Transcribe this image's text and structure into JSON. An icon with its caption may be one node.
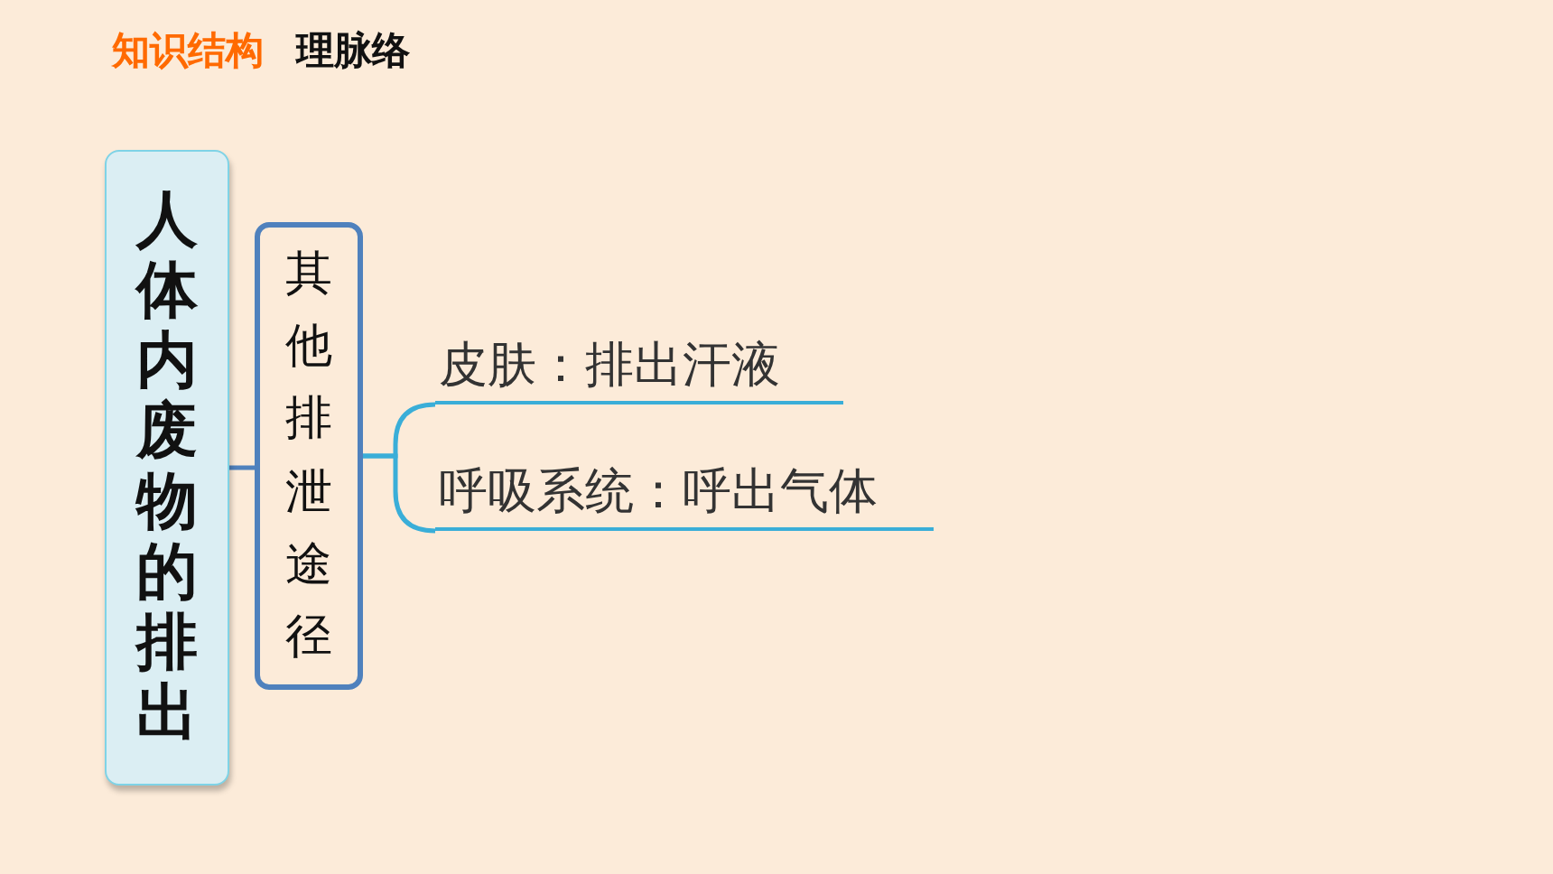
{
  "diagram": {
    "title": "知识结构",
    "nodes": [
      {
        "text": [
          "人体内废物的排出"
        ]
      },
      {
        "text": [
          "其他排泄途径"
        ]
      },
      {
        "text": [
          "皮肤：排出汗液"
        ]
      },
      {
        "text": [
          "呼吸系统：呼出气体"
        ]
      }
    ],
    "edges": [
      {
        "from": 0,
        "to": 1,
        "arrow": "none",
        "color": "#4f81bd"
      },
      {
        "from": 1,
        "to": 2,
        "arrow": "none"
      },
      {
        "from": 1,
        "to": 3,
        "arrow": "none"
      }
    ],
    "labels": [
      "理脉络"
    ]
  }
}
